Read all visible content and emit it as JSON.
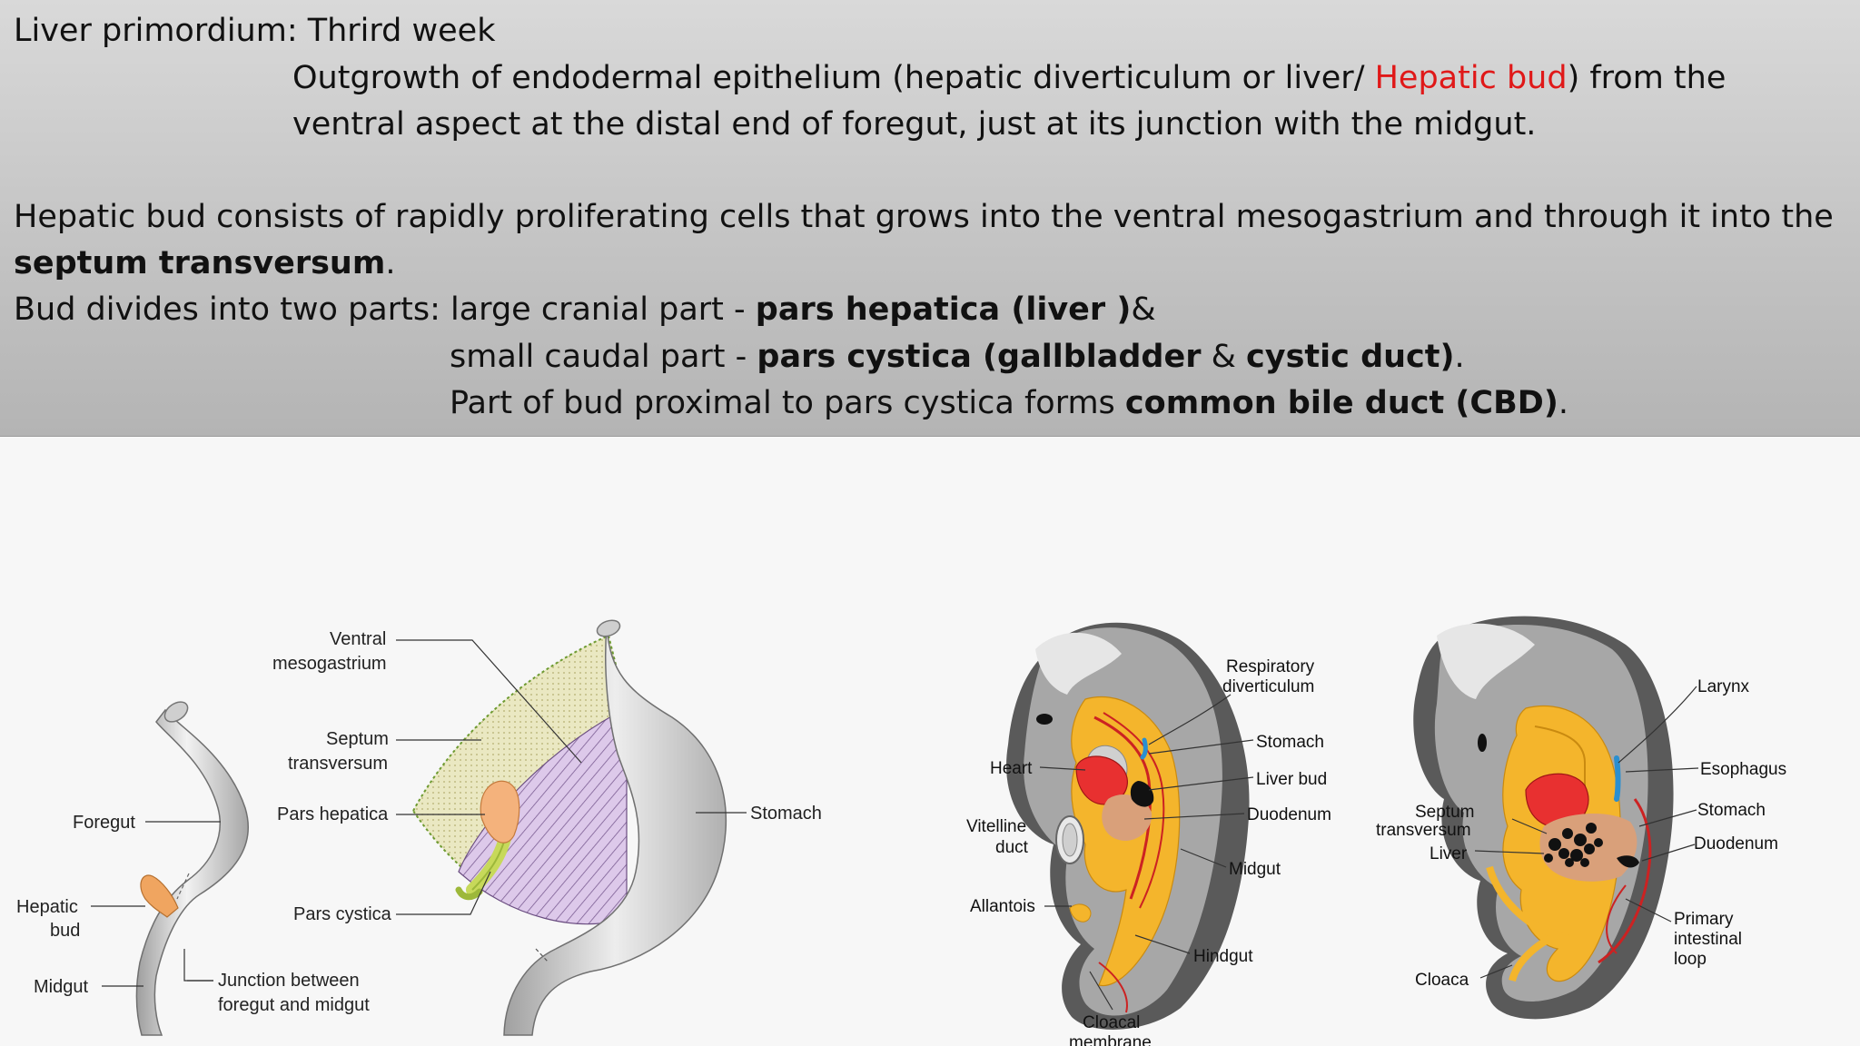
{
  "header": {
    "title": "Liver primordium: Thrird week",
    "p1_a": "Outgrowth of endodermal epithelium (hepatic diverticulum or liver/ ",
    "p1_red": "Hepatic  bud",
    "p1_b": ") from the",
    "p1_line2": "ventral aspect  at the distal end of foregut, just at its junction with the midgut.",
    "p2_line1": "Hepatic bud consists of rapidly proliferating cells that grows into the ventral mesogastrium and through it into the",
    "p2_bold": "septum transversum",
    "p2_end": ".",
    "p3_a": "Bud divides into two parts: large cranial part - ",
    "p3_bold": "pars hepatica (liver )",
    "p3_amp": "&",
    "p4_a": "small caudal part - ",
    "p4_bold1": "pars cystica (gallbladder",
    "p4_amp": " & ",
    "p4_bold2": "cystic duct)",
    "p4_end": ".",
    "p5_a": "Part of bud proximal to pars cystica forms ",
    "p5_bold": "common bile duct (CBD)",
    "p5_end": "."
  },
  "figure_left": {
    "labels": {
      "foregut": "Foregut",
      "hepatic_bud_1": "Hepatic",
      "hepatic_bud_2": "bud",
      "midgut": "Midgut",
      "junction_1": "Junction between",
      "junction_2": "foregut and midgut",
      "ventral_1": "Ventral",
      "ventral_2": "mesogastrium",
      "septum_1": "Septum",
      "septum_2": "transversum",
      "pars_hepatica": "Pars hepatica",
      "pars_cystica": "Pars cystica",
      "stomach": "Stomach"
    }
  },
  "figure_middle": {
    "labels": {
      "respiratory_1": "Respiratory",
      "respiratory_2": "diverticulum",
      "stomach": "Stomach",
      "liver_bud": "Liver bud",
      "duodenum": "Duodenum",
      "heart": "Heart",
      "vitelline_1": "Vitelline",
      "vitelline_2": "duct",
      "midgut": "Midgut",
      "allantois": "Allantois",
      "hindgut": "Hindgut",
      "cloacal_1": "Cloacal",
      "cloacal_2": "membrane"
    }
  },
  "figure_right": {
    "labels": {
      "larynx": "Larynx",
      "esophagus": "Esophagus",
      "stomach": "Stomach",
      "duodenum": "Duodenum",
      "septum_1": "Septum",
      "septum_2": "transversum",
      "liver": "Liver",
      "primary_1": "Primary",
      "primary_2": "intestinal",
      "primary_3": "loop",
      "cloaca": "Cloaca"
    }
  }
}
